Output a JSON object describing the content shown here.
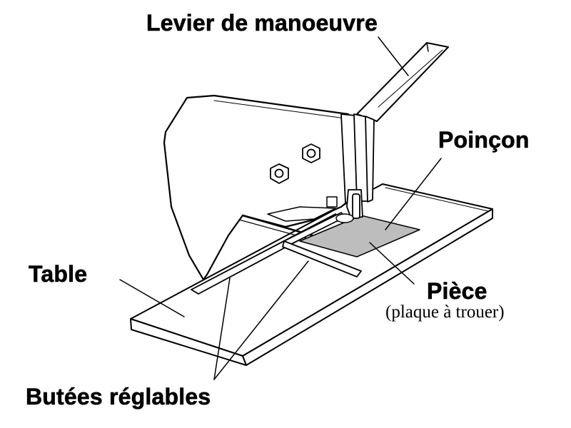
{
  "labels": {
    "levier": "Levier de manoeuvre",
    "poincon": "Poinçon",
    "table": "Table",
    "piece": "Pièce",
    "piece_sub": "(plaque à trouer)",
    "butees": "Butées réglables"
  },
  "colors": {
    "line": "#000000",
    "background": "#ffffff",
    "piece_fill": "#bdbdbd"
  }
}
